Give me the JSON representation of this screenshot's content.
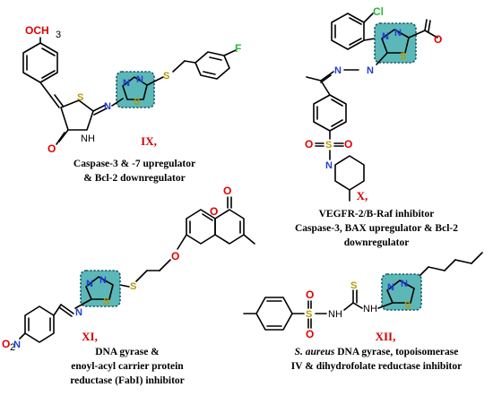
{
  "compounds": [
    {
      "id": "IX",
      "label": "IX,",
      "activity_lines": [
        "Caspase-3 & -7 upregulator",
        "& Bcl-2 downregulator"
      ],
      "substituents": [
        "OCH3",
        "F"
      ]
    },
    {
      "id": "X",
      "label": "X,",
      "activity_lines": [
        "VEGFR-2/B-Raf inhibitor",
        "Caspase-3, BAX upregulator & Bcl-2",
        "downregulator"
      ],
      "substituents": [
        "Cl"
      ]
    },
    {
      "id": "XI",
      "label": "XI,",
      "activity_lines": [
        "DNA gyrase &",
        "enoyl-acyl carrier protein",
        "reductase (FabI) inhibitor"
      ],
      "substituents": [
        "O2N"
      ]
    },
    {
      "id": "XII",
      "label": "XII,",
      "activity_prefix": "S. aureus",
      "activity_lines": [
        " DNA gyrase, topoisomerase",
        "IV & dihydrofolate reductase inhibitor"
      ]
    }
  ],
  "atoms": {
    "N": "N",
    "S": "S",
    "O": "O",
    "H": "H",
    "NH": "NH",
    "OCH3": "OCH",
    "OCH3_sub": "3",
    "O2N": "O",
    "O2N_sub": "2",
    "O2N_tail": "N",
    "Cl": "Cl",
    "F": "F"
  },
  "colors": {
    "highlight": "#5cb8b8",
    "label": "#d40000",
    "nitrogen": "#1f3fd6",
    "sulfur": "#b59a00",
    "oxygen": "#e00000",
    "halogen": "#29b838"
  }
}
